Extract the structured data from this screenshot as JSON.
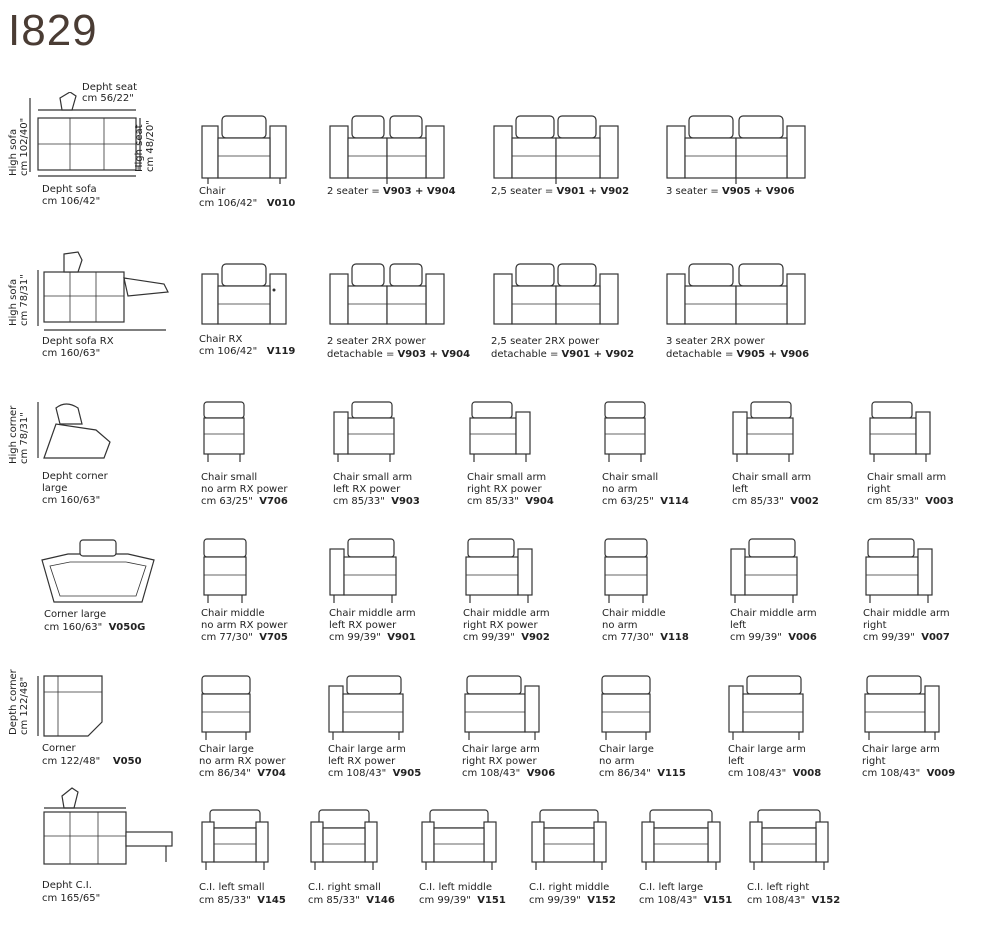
{
  "title": "I829",
  "row1": {
    "depht_seat": "Depht seat",
    "depht_seat_cm": "cm 56/22\"",
    "high_sofa": "High sofa",
    "high_sofa_cm": "cm 102/40\"",
    "high_seat": "High seat",
    "high_seat_cm": "cm 48/20\"",
    "depht_sofa": "Depht sofa",
    "depht_sofa_cm": "cm 106/42\"",
    "items": [
      {
        "l1": "Chair",
        "l2": "cm 106/42\"",
        "code": "V010"
      },
      {
        "l1": "2 seater = ",
        "code": "V903 + V904"
      },
      {
        "l1": "2,5 seater = ",
        "code": "V901 + V902"
      },
      {
        "l1": "3 seater = ",
        "code": "V905 + V906"
      }
    ]
  },
  "row2": {
    "high_sofa": "High sofa",
    "high_sofa_cm": "cm 78/31\"",
    "depht_sofa": "Depht sofa RX",
    "depht_sofa_cm": "cm 160/63\"",
    "items": [
      {
        "l1": "Chair RX",
        "l2": "cm 106/42\"",
        "code": "V119"
      },
      {
        "l1": "2 seater 2RX power",
        "l2": "detachable = ",
        "code": "V903 + V904"
      },
      {
        "l1": "2,5 seater 2RX power",
        "l2": "detachable = ",
        "code": "V901 + V902"
      },
      {
        "l1": "3 seater 2RX power",
        "l2": "detachable = ",
        "code": "V905 + V906"
      }
    ]
  },
  "row3": {
    "high_corner": "High corner",
    "high_corner_cm": "cm 78/31\"",
    "lead": [
      "Depht corner",
      "large",
      "cm 160/63\""
    ],
    "items": [
      {
        "l1": "Chair small",
        "l2": "no arm RX power",
        "l3": "cm 63/25\"",
        "code": "V706"
      },
      {
        "l1": "Chair small arm",
        "l2": "left RX power",
        "l3": "cm 85/33\"",
        "code": "V903"
      },
      {
        "l1": "Chair small arm",
        "l2": "right RX power",
        "l3": "cm 85/33\"",
        "code": "V904"
      },
      {
        "l1": "Chair small",
        "l2": "no arm",
        "l3": "cm 63/25\"",
        "code": "V114"
      },
      {
        "l1": "Chair small arm",
        "l2": "left",
        "l3": "cm 85/33\"",
        "code": "V002"
      },
      {
        "l1": "Chair small arm",
        "l2": "right",
        "l3": "cm 85/33\"",
        "code": "V003"
      }
    ]
  },
  "row4": {
    "lead": [
      "Corner large",
      "cm 160/63\""
    ],
    "lead_code": "V050G",
    "items": [
      {
        "l1": "Chair middle",
        "l2": "no arm RX power",
        "l3": "cm 77/30\"",
        "code": "V705"
      },
      {
        "l1": "Chair middle arm",
        "l2": "left RX power",
        "l3": "cm 99/39\"",
        "code": "V901"
      },
      {
        "l1": "Chair middle arm",
        "l2": "right RX power",
        "l3": "cm 99/39\"",
        "code": "V902"
      },
      {
        "l1": "Chair middle",
        "l2": "no arm",
        "l3": "cm 77/30\"",
        "code": "V118"
      },
      {
        "l1": "Chair middle arm",
        "l2": "left",
        "l3": "cm 99/39\"",
        "code": "V006"
      },
      {
        "l1": "Chair middle arm",
        "l2": "right",
        "l3": "cm 99/39\"",
        "code": "V007"
      }
    ]
  },
  "row5": {
    "depth_corner": "Depth corner",
    "depth_corner_cm": "cm 122/48\"",
    "lead": [
      "Corner",
      "cm 122/48\""
    ],
    "lead_code": "V050",
    "items": [
      {
        "l1": "Chair large",
        "l2": "no arm RX power",
        "l3": "cm 86/34\"",
        "code": "V704"
      },
      {
        "l1": "Chair large arm",
        "l2": "left RX power",
        "l3": "cm 108/43\"",
        "code": "V905"
      },
      {
        "l1": "Chair large arm",
        "l2": "right RX power",
        "l3": "cm 108/43\"",
        "code": "V906"
      },
      {
        "l1": "Chair large",
        "l2": "no arm",
        "l3": "cm 86/34\"",
        "code": "V115"
      },
      {
        "l1": "Chair large arm",
        "l2": "left",
        "l3": "cm 108/43\"",
        "code": "V008"
      },
      {
        "l1": "Chair large arm",
        "l2": "right",
        "l3": "cm 108/43\"",
        "code": "V009"
      }
    ]
  },
  "row6": {
    "lead": [
      "Depht C.I.",
      "cm 165/65\""
    ],
    "items": [
      {
        "l1": "C.I. left small",
        "l2": "cm 85/33\"",
        "code": "V145"
      },
      {
        "l1": "C.I. right small",
        "l2": "cm 85/33\"",
        "code": "V146"
      },
      {
        "l1": "C.I. left middle",
        "l2": "cm 99/39\"",
        "code": "V151"
      },
      {
        "l1": "C.I. right middle",
        "l2": "cm 99/39\"",
        "code": "V152"
      },
      {
        "l1": "C.I. left large",
        "l2": "cm 108/43\"",
        "code": "V151"
      },
      {
        "l1": "C.I. left right",
        "l2": "cm 108/43\"",
        "code": "V152"
      }
    ]
  }
}
